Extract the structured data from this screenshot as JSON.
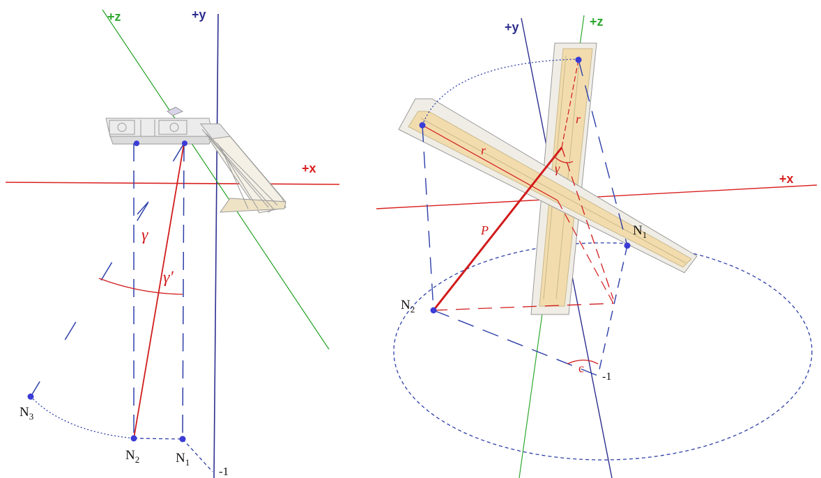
{
  "colors": {
    "x_axis": "#d92020",
    "y_axis": "#2c2e8f",
    "z_axis": "#2ea82e",
    "construction": "#2c3ea8",
    "vector": "#d11b1b",
    "point": "#3b3bd6",
    "lamp_frame": "#9a9a9a",
    "lamp_fill": "#f2dcae"
  },
  "left_panel": {
    "axes": {
      "x": "+x",
      "y": "+y",
      "z": "+z"
    },
    "points": {
      "n1": {
        "base": "N",
        "sub": "1"
      },
      "n2": {
        "base": "N",
        "sub": "2"
      },
      "n3": {
        "base": "N",
        "sub": "3"
      }
    },
    "angles": {
      "gamma": "γ",
      "gamma_prime": "γ′"
    },
    "minus_one": "-1"
  },
  "right_panel": {
    "axes": {
      "x": "+x",
      "y": "+y",
      "z": "+z"
    },
    "points": {
      "n1": {
        "base": "N",
        "sub": "1"
      },
      "n2": {
        "base": "N",
        "sub": "2"
      }
    },
    "labels": {
      "r_horizontal": "r",
      "r_vertical": "r",
      "vector_p": "P",
      "gamma": "γ",
      "angle_c": "c"
    },
    "minus_one": "-1"
  }
}
